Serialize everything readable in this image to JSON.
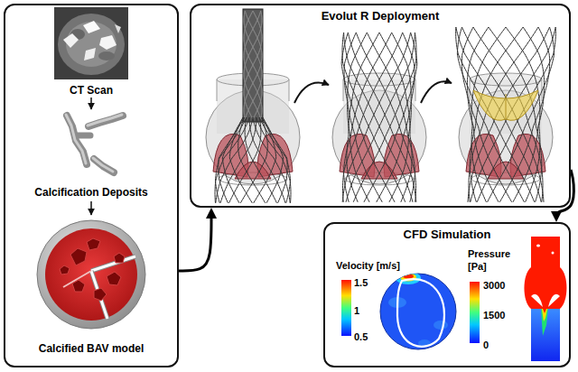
{
  "diagram": {
    "nodes": [
      {
        "text": [
          "CT Scan",
          "Calcification Deposits",
          "Calcified BAV model"
        ]
      },
      {
        "text": [
          "Evolut R Deployment"
        ]
      },
      {
        "text": [
          "CFD Simulation"
        ]
      }
    ],
    "edges": [
      {
        "from": 0,
        "to": 1,
        "arrow": "to"
      },
      {
        "from": 1,
        "to": 2,
        "arrow": "to"
      }
    ],
    "labels": [
      "Velocity [m/s]",
      "1.5",
      "1",
      "0.5",
      "Pressure [Pa]",
      "3000",
      "1500",
      "0"
    ]
  }
}
